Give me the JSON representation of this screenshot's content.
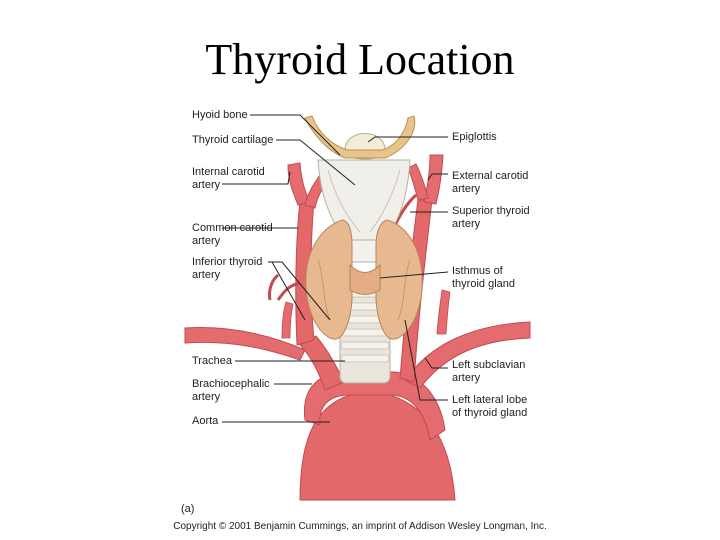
{
  "title": "Thyroid Location",
  "labels_left": {
    "hyoid_bone": "Hyoid bone",
    "thyroid_cartilage": "Thyroid cartilage",
    "internal_carotid_1": "Internal carotid",
    "internal_carotid_2": "artery",
    "common_carotid_1": "Common carotid",
    "common_carotid_2": "artery",
    "inferior_thyroid_1": "Inferior thyroid",
    "inferior_thyroid_2": "artery",
    "trachea": "Trachea",
    "brachiocephalic_1": "Brachiocephalic",
    "brachiocephalic_2": "artery",
    "aorta": "Aorta"
  },
  "labels_right": {
    "epiglottis": "Epiglottis",
    "external_carotid_1": "External carotid",
    "external_carotid_2": "artery",
    "superior_thyroid_1": "Superior thyroid",
    "superior_thyroid_2": "artery",
    "isthmus_1": "Isthmus of",
    "isthmus_2": "thyroid gland",
    "left_subclavian_1": "Left subclavian",
    "left_subclavian_2": "artery",
    "left_lateral_lobe_1": "Left lateral lobe",
    "left_lateral_lobe_2": "of thyroid gland"
  },
  "panel_label": "(a)",
  "copyright": "Copyright © 2001 Benjamin Cummings, an imprint of Addison Wesley Longman, Inc.",
  "colors": {
    "artery": "#e2686a",
    "artery_dark": "#c24a4e",
    "thyroid": "#e8b890",
    "cartilage": "#f0efe9",
    "hyoid": "#e8c48a",
    "trachea": "#e9e4dc"
  }
}
